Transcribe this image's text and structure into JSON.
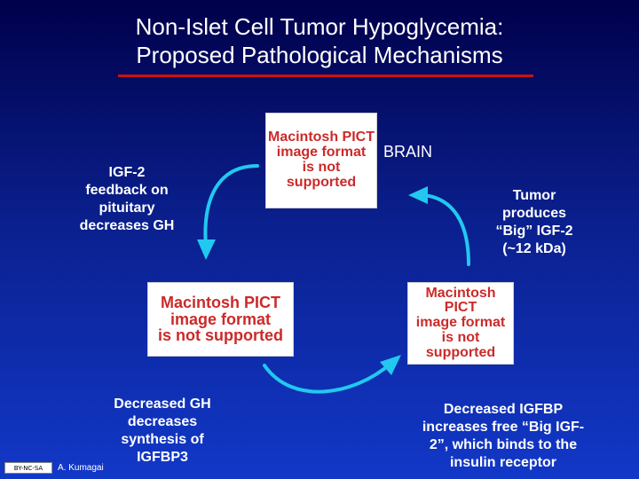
{
  "title": {
    "line1": "Non-Islet Cell Tumor Hypoglycemia:",
    "line2": "Proposed Pathological Mechanisms"
  },
  "placeholder_image": {
    "line1": "Macintosh PICT",
    "line2": "image format",
    "line3": "is not supported"
  },
  "brain_label": "BRAIN",
  "nodes": {
    "igf2_feedback": [
      "IGF-2",
      "feedback on",
      "pituitary",
      "decreases GH"
    ],
    "tumor": [
      "Tumor",
      "produces",
      "“Big” IGF-2",
      "(~12 kDa)"
    ],
    "decreased_gh": [
      "Decreased GH",
      "decreases",
      "synthesis of",
      "IGFBP3"
    ],
    "decreased_igfbp": [
      "Decreased IGFBP",
      "increases free “Big IGF-",
      "2”, which binds to the",
      "insulin receptor"
    ]
  },
  "footer": {
    "license_badge": "BY-NC-SA",
    "author": "A. Kumagai"
  },
  "colors": {
    "arrow": "#22c8f0",
    "rule": "#cc1111",
    "pict_text": "#cc2a2a"
  },
  "icons": [
    "curved-arrow-icon",
    "creative-commons-icon"
  ]
}
